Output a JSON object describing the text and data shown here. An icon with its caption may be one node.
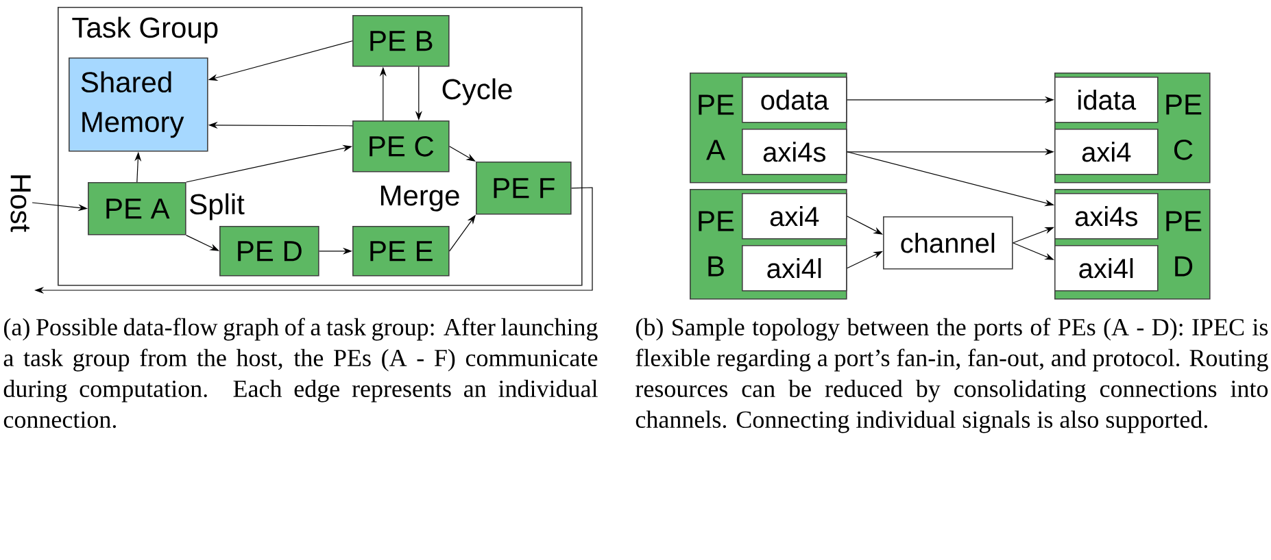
{
  "diagram": {
    "nodes": [
      {
        "text": [
          "Task Group"
        ]
      },
      {
        "text": [
          "Shared Memory"
        ],
        "in": 0
      },
      {
        "text": [
          "PE B"
        ],
        "in": 0
      },
      {
        "text": [
          "PE C"
        ],
        "in": 0
      },
      {
        "text": [
          "PE A"
        ],
        "in": 0
      },
      {
        "text": [
          "PE F"
        ],
        "in": 0
      },
      {
        "text": [
          "PE D"
        ],
        "in": 0
      },
      {
        "text": [
          "PE E"
        ],
        "in": 0
      },
      {
        "text": [
          "Host"
        ]
      },
      {
        "text": [
          "PE A"
        ]
      },
      {
        "text": [
          "odata"
        ],
        "in": 9
      },
      {
        "text": [
          "axi4s"
        ],
        "in": 9
      },
      {
        "text": [
          "PE C"
        ]
      },
      {
        "text": [
          "idata"
        ],
        "in": 12
      },
      {
        "text": [
          "axi4"
        ],
        "in": 12
      },
      {
        "text": [
          "PE B"
        ]
      },
      {
        "text": [
          "axi4"
        ],
        "in": 15
      },
      {
        "text": [
          "axi4l"
        ],
        "in": 15
      },
      {
        "text": [
          "channel"
        ]
      },
      {
        "text": [
          "PE D"
        ]
      },
      {
        "text": [
          "axi4s"
        ],
        "in": 19
      },
      {
        "text": [
          "axi4l"
        ],
        "in": 19
      }
    ],
    "edges": [
      {
        "from": 8,
        "to": 4,
        "arrow": "to"
      },
      {
        "from": 4,
        "to": 1,
        "arrow": "to"
      },
      {
        "from": 2,
        "to": 1,
        "arrow": "to"
      },
      {
        "from": 3,
        "to": 1,
        "arrow": "to"
      },
      {
        "from": 3,
        "to": 2,
        "arrow": "to"
      },
      {
        "from": 2,
        "to": 3,
        "arrow": "to"
      },
      {
        "from": 4,
        "to": 3,
        "arrow": "to"
      },
      {
        "from": 4,
        "to": 6,
        "arrow": "to"
      },
      {
        "from": 6,
        "to": 7,
        "arrow": "to"
      },
      {
        "from": 7,
        "to": 5,
        "arrow": "to"
      },
      {
        "from": 3,
        "to": 5,
        "arrow": "to"
      },
      {
        "from": 5,
        "to": null,
        "arrow": "to"
      },
      {
        "from": 10,
        "to": 13,
        "arrow": "to"
      },
      {
        "from": 11,
        "to": 14,
        "arrow": "to"
      },
      {
        "from": 11,
        "to": 20,
        "arrow": "to"
      },
      {
        "from": 16,
        "to": 18,
        "arrow": "to"
      },
      {
        "from": 17,
        "to": 18,
        "arrow": "to"
      },
      {
        "from": 18,
        "to": 20,
        "arrow": "to"
      },
      {
        "from": 18,
        "to": 21,
        "arrow": "to"
      }
    ],
    "labels": [
      "Cycle",
      "Split",
      "Merge",
      "(a) Possible data-flow graph of a task group: After launching a task group from the host, the PEs (A - F) communicate during computation. Each edge represents an individual connection.",
      "(b) Sample topology between the ports of PEs (A - D): IPEC is flexible regarding a port’s fan-in, fan-out, and protocol. Routing resources can be reduced by consolidating connections into channels. Connecting individual signals is also supported."
    ]
  }
}
